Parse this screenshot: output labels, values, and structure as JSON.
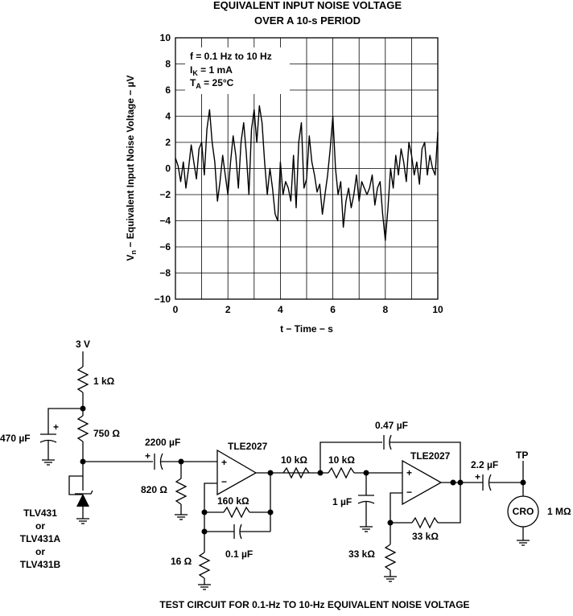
{
  "chart_data": {
    "type": "line",
    "title": "EQUIVALENT INPUT NOISE VOLTAGE",
    "subtitle": "OVER A 10-s PERIOD",
    "xlabel": "t − Time − s",
    "ylabel_main": "V",
    "ylabel_sub": "n",
    "ylabel_rest": " − Equivalent Input Noise Voltage − µV",
    "xlim": [
      0,
      10
    ],
    "ylim": [
      -10,
      10
    ],
    "xticks": [
      "0",
      "2",
      "4",
      "6",
      "8",
      "10"
    ],
    "yticks": [
      "10",
      "8",
      "6",
      "4",
      "2",
      "0",
      "−2",
      "−4",
      "−6",
      "−8",
      "−10"
    ],
    "grid": true,
    "annotations": [
      {
        "text": "f = 0.1 Hz to 10 Hz"
      },
      {
        "main": "I",
        "sub": "K",
        "rest": " = 1 mA"
      },
      {
        "main": "T",
        "sub": "A",
        "rest": " = 25°C"
      }
    ],
    "series": [
      {
        "x": [
          0,
          0.1,
          0.2,
          0.3,
          0.4,
          0.5,
          0.6,
          0.7,
          0.8,
          0.9,
          1.0,
          1.1,
          1.2,
          1.3,
          1.4,
          1.5,
          1.6,
          1.7,
          1.8,
          1.9,
          2.0,
          2.1,
          2.2,
          2.3,
          2.4,
          2.5,
          2.6,
          2.7,
          2.8,
          2.9,
          3.0,
          3.1,
          3.2,
          3.3,
          3.4,
          3.5,
          3.6,
          3.7,
          3.8,
          3.9,
          4.0,
          4.1,
          4.2,
          4.3,
          4.4,
          4.5,
          4.6,
          4.7,
          4.8,
          4.9,
          5.0,
          5.1,
          5.2,
          5.3,
          5.4,
          5.5,
          5.6,
          5.7,
          5.8,
          5.9,
          6.0,
          6.1,
          6.2,
          6.3,
          6.4,
          6.5,
          6.6,
          6.7,
          6.8,
          6.9,
          7.0,
          7.1,
          7.2,
          7.3,
          7.4,
          7.5,
          7.6,
          7.7,
          7.8,
          7.9,
          8.0,
          8.1,
          8.2,
          8.3,
          8.4,
          8.5,
          8.6,
          8.7,
          8.8,
          8.9,
          9.0,
          9.1,
          9.2,
          9.3,
          9.4,
          9.5,
          9.6,
          9.7,
          9.8,
          9.9,
          10.0
        ],
        "y": [
          0.8,
          0.2,
          -1.0,
          0.5,
          -1.5,
          0.0,
          1.8,
          0.5,
          -0.8,
          1.5,
          2.0,
          -0.5,
          3.0,
          4.5,
          2.0,
          0.5,
          -2.5,
          -1.0,
          1.0,
          -0.5,
          -2.0,
          0.5,
          2.5,
          1.0,
          -1.5,
          2.0,
          3.5,
          1.2,
          -2.0,
          3.0,
          4.5,
          2.0,
          4.8,
          3.5,
          0.5,
          -2.0,
          0.0,
          -1.5,
          -3.5,
          -4.0,
          0.5,
          -2.0,
          -1.0,
          -1.5,
          -2.5,
          1.0,
          -3.0,
          2.0,
          3.5,
          -1.5,
          -0.8,
          2.5,
          0.5,
          -0.5,
          -1.8,
          -1.2,
          -3.5,
          -2.0,
          -0.5,
          1.5,
          4.0,
          0.0,
          -2.0,
          -1.0,
          -4.5,
          -2.5,
          -1.5,
          -3.0,
          -2.0,
          -0.5,
          -2.5,
          -1.0,
          -1.5,
          -2.0,
          -1.5,
          -0.5,
          -2.8,
          -1.5,
          -1.0,
          -3.5,
          -5.5,
          -3.0,
          0.0,
          -1.5,
          1.0,
          -0.5,
          1.5,
          0.5,
          -1.0,
          2.0,
          1.0,
          -0.5,
          0.5,
          -1.2,
          1.5,
          2.0,
          -0.5,
          1.0,
          0.0,
          -0.5,
          2.8
        ]
      }
    ]
  },
  "circuit": {
    "title": "TEST CIRCUIT FOR 0.1-Hz TO 10-Hz EQUIVALENT NOISE VOLTAGE",
    "supply": "3 V",
    "r_1k": "1 kΩ",
    "r_750": "750 Ω",
    "c_470u": "470 µF",
    "c_2200u": "2200 µF",
    "r_820": "820 Ω",
    "opamp1": "TLE2027",
    "opamp2": "TLE2027",
    "r_160k": "160 kΩ",
    "c_01u": "0.1 µF",
    "r_16": "16 Ω",
    "r_10k_a": "10 kΩ",
    "r_10k_b": "10 kΩ",
    "c_047u": "0.47 µF",
    "c_1u": "1 µF",
    "r_33k_fb": "33 kΩ",
    "r_33k_gnd": "33 kΩ",
    "c_22u": "2.2 µF",
    "tp": "TP",
    "cro": "CRO",
    "cro_r": "1 MΩ",
    "plus": "+",
    "minus": "−",
    "tlv": [
      "TLV431",
      "or",
      "TLV431A",
      "or",
      "TLV431B"
    ]
  }
}
